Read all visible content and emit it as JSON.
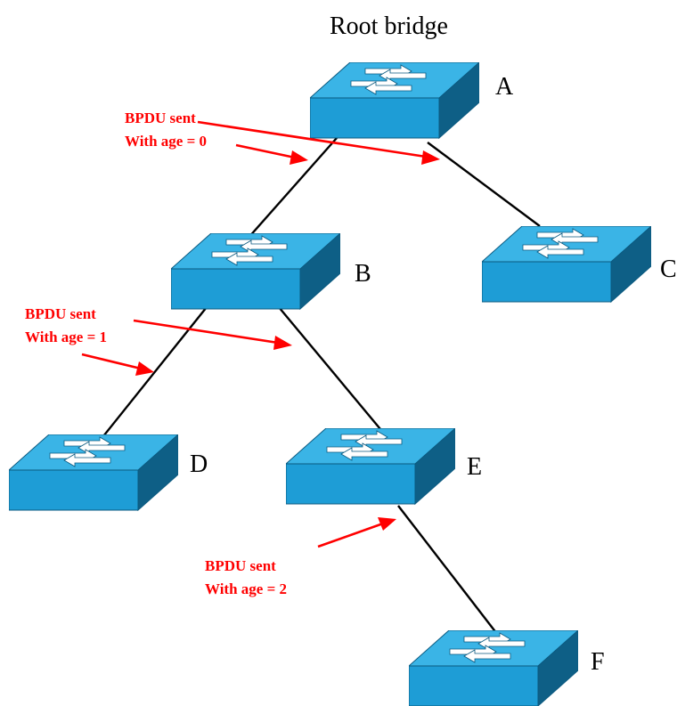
{
  "title": "Root bridge",
  "colors": {
    "switch_top": "#3ab4e6",
    "switch_front": "#1e9dd6",
    "switch_side": "#0e5f86",
    "arrow": "#ff0000",
    "link": "#000000"
  },
  "switches": [
    {
      "id": "A",
      "label": "A",
      "icon": "network-switch-icon"
    },
    {
      "id": "B",
      "label": "B",
      "icon": "network-switch-icon"
    },
    {
      "id": "C",
      "label": "C",
      "icon": "network-switch-icon"
    },
    {
      "id": "D",
      "label": "D",
      "icon": "network-switch-icon"
    },
    {
      "id": "E",
      "label": "E",
      "icon": "network-switch-icon"
    },
    {
      "id": "F",
      "label": "F",
      "icon": "network-switch-icon"
    }
  ],
  "links": [
    {
      "from": "A",
      "to": "B"
    },
    {
      "from": "A",
      "to": "C"
    },
    {
      "from": "B",
      "to": "D"
    },
    {
      "from": "B",
      "to": "E"
    },
    {
      "from": "E",
      "to": "F"
    }
  ],
  "bpdu_notes": [
    {
      "line1": "BPDU sent",
      "line2": "With age = 0"
    },
    {
      "line1": "BPDU sent",
      "line2": "With age = 1"
    },
    {
      "line1": "BPDU sent",
      "line2": "With age = 2"
    }
  ]
}
